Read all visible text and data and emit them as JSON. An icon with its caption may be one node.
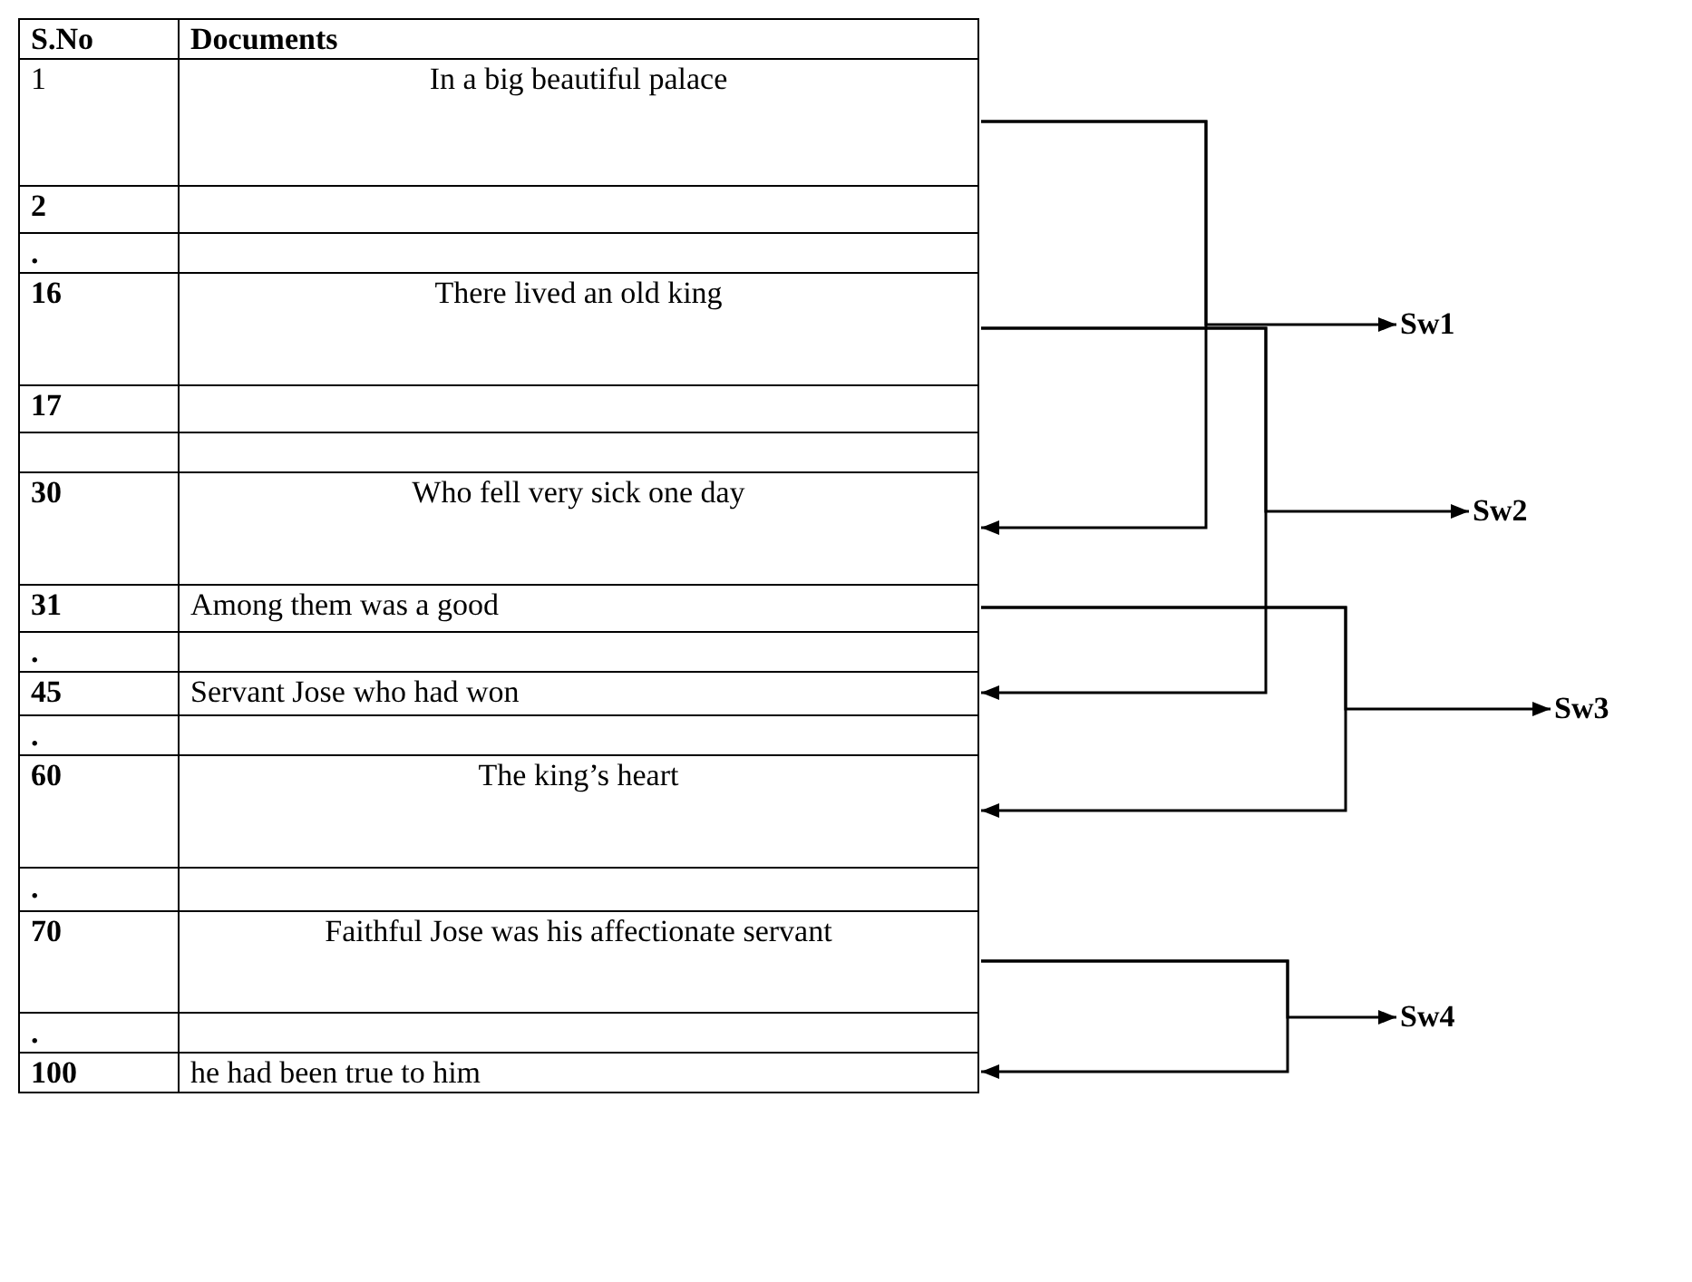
{
  "diagram": {
    "nodes": [
      {
        "text": [
          "In a big beautiful palace"
        ]
      },
      {
        "text": [
          "There lived an old king"
        ]
      },
      {
        "text": [
          "Who fell very sick one day"
        ]
      },
      {
        "text": [
          "Among them was a good"
        ]
      },
      {
        "text": [
          "Servant Jose who had won"
        ]
      },
      {
        "text": [
          "The king’s heart"
        ]
      },
      {
        "text": [
          "Faithful Jose was his affectionate servant"
        ]
      },
      {
        "text": [
          "he had been true to him"
        ]
      },
      {
        "text": [
          "Sw1"
        ]
      },
      {
        "text": [
          "Sw2"
        ]
      },
      {
        "text": [
          "Sw3"
        ]
      },
      {
        "text": [
          "Sw4"
        ]
      }
    ],
    "edges": [
      {
        "from": 0,
        "to": 8,
        "arrow": "to"
      },
      {
        "from": 0,
        "to": 2,
        "arrow": "to"
      },
      {
        "from": 1,
        "to": 9,
        "arrow": "to"
      },
      {
        "from": 1,
        "to": 4,
        "arrow": "to"
      },
      {
        "from": 3,
        "to": 10,
        "arrow": "to"
      },
      {
        "from": 3,
        "to": 5,
        "arrow": "to"
      },
      {
        "from": 6,
        "to": 11,
        "arrow": "to"
      },
      {
        "from": 6,
        "to": 7,
        "arrow": "to"
      }
    ],
    "labels": [
      "S.No",
      "Documents",
      "1",
      "2",
      ".",
      "16",
      "17",
      "30",
      "31",
      ".",
      "45",
      ".",
      "60",
      ".",
      "70",
      ".",
      "100"
    ]
  }
}
